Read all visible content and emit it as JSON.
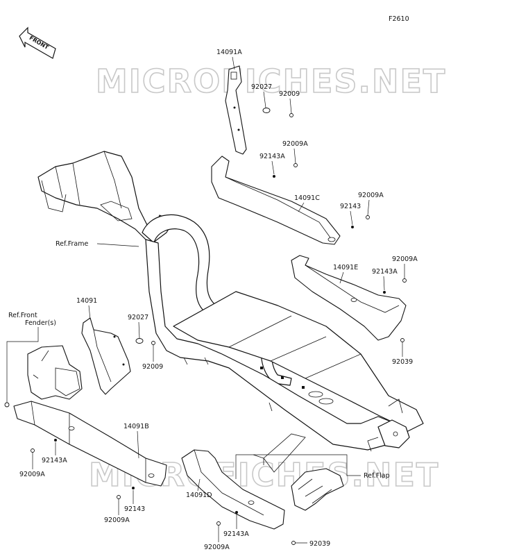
{
  "figure_code": "F2610",
  "front_label": "FRONT",
  "watermark": "MICROFICHES.NET",
  "callouts": {
    "p14091A": "14091A",
    "p92027_top": "92027",
    "p92009_top": "92009",
    "p92009A_1": "92009A",
    "p92143A_1": "92143A",
    "p14091C": "14091C",
    "p92009A_2": "92009A",
    "p92143": "92143",
    "p92009A_3": "92009A",
    "p14091E": "14091E",
    "p92143A_2": "92143A",
    "p92039_right": "92039",
    "ref_frame": "Ref.Frame",
    "p14091": "14091",
    "p92027_left": "92027",
    "p92009_left": "92009",
    "ref_front_fender_1": "Ref.Front",
    "ref_front_fender_2": "Fender(s)",
    "p14091B": "14091B",
    "p92143A_3": "92143A",
    "p92009A_4": "92009A",
    "p92143_bottom": "92143",
    "p92009A_5": "92009A",
    "p14091D": "14091D",
    "p92143A_4": "92143A",
    "p92009A_6": "92009A",
    "p92039_bottom": "92039",
    "ref_flap": "Ref.Flap"
  }
}
